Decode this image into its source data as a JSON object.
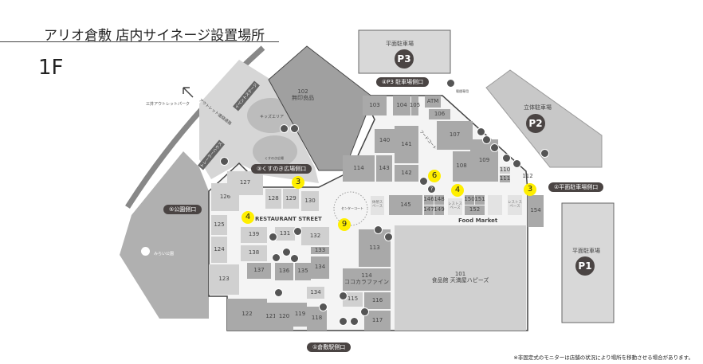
{
  "header": {
    "title": "アリオ倉敷 店内サイネージ設置場所",
    "floor": "1F"
  },
  "parking": {
    "p3": {
      "label": "平面駐車場",
      "badge": "P3"
    },
    "p2": {
      "label": "立体駐車場",
      "badge": "P2"
    },
    "p1": {
      "label": "平面駐車場",
      "badge": "P1"
    }
  },
  "entrances": [
    {
      "label": "①倉敷駅側口"
    },
    {
      "label": "②平面駐車場側口"
    },
    {
      "label": "③くすのき広場側口"
    },
    {
      "label": "④P3 駐車場側口"
    },
    {
      "label": "⑤公園側口"
    }
  ],
  "areas": {
    "outlet": "三井アウトレットパーク",
    "outlet_passage": "アウトレット連絡通路",
    "event_stage": "イベントステージ",
    "kids_area": "キッズエリア",
    "trailer_house": "トレーラーハウス",
    "kusunoki": "くすのき広場",
    "park": "みらい公園",
    "center_court": "センターコート",
    "food_court": "フードコート",
    "restaurant_street": "RESTAURANT STREET",
    "food_market": "Food Market",
    "smoking": "喫煙専用"
  },
  "stores": [
    {
      "id": "102",
      "name": "無印良品"
    },
    {
      "id": "103"
    },
    {
      "id": "104"
    },
    {
      "id": "105"
    },
    {
      "id": "ATM"
    },
    {
      "id": "106"
    },
    {
      "id": "107"
    },
    {
      "id": "108"
    },
    {
      "id": "109"
    },
    {
      "id": "110"
    },
    {
      "id": "111"
    },
    {
      "id": "112"
    },
    {
      "id": "154"
    },
    {
      "id": "140"
    },
    {
      "id": "141"
    },
    {
      "id": "114"
    },
    {
      "id": "143"
    },
    {
      "id": "142"
    },
    {
      "id": "休憩スペース"
    },
    {
      "id": "145"
    },
    {
      "id": "146"
    },
    {
      "id": "148"
    },
    {
      "id": "147"
    },
    {
      "id": "149"
    },
    {
      "id": "レストスペース"
    },
    {
      "id": "150"
    },
    {
      "id": "151"
    },
    {
      "id": "152"
    },
    {
      "id": ""
    },
    {
      "id": "レストスペース"
    },
    {
      "id": "101",
      "name": "食品館 天満屋ハピーズ"
    },
    {
      "id": "113"
    },
    {
      "id": "114",
      "name": "ココカラファイン"
    },
    {
      "id": "115"
    },
    {
      "id": "116"
    },
    {
      "id": "117"
    },
    {
      "id": "126"
    },
    {
      "id": "127"
    },
    {
      "id": "128"
    },
    {
      "id": "129"
    },
    {
      "id": "130"
    },
    {
      "id": "125"
    },
    {
      "id": "124"
    },
    {
      "id": "123"
    },
    {
      "id": "122"
    },
    {
      "id": "121"
    },
    {
      "id": "120"
    },
    {
      "id": "119"
    },
    {
      "id": "118"
    },
    {
      "id": "139"
    },
    {
      "id": "138"
    },
    {
      "id": "137"
    },
    {
      "id": "131"
    },
    {
      "id": "132"
    },
    {
      "id": "133"
    },
    {
      "id": "134"
    },
    {
      "id": "136"
    },
    {
      "id": "135"
    },
    {
      "id": "134"
    }
  ],
  "signage_markers": [
    "3",
    "3",
    "4",
    "4",
    "6",
    "9"
  ],
  "note": "※非固定式のモニターは店舗の状況により場所を移動させる場合があります。",
  "colors": {
    "marker": "#ffef00",
    "store": "#a9a9a9",
    "pill": "#4a4443"
  }
}
